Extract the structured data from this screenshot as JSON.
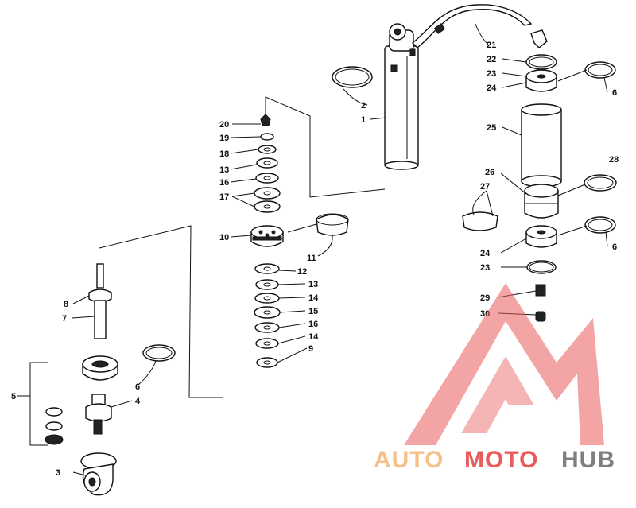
{
  "diagram": {
    "labels": [
      {
        "id": "l1",
        "text": "1"
      },
      {
        "id": "l2",
        "text": "2"
      },
      {
        "id": "l3",
        "text": "3"
      },
      {
        "id": "l4",
        "text": "4"
      },
      {
        "id": "l5",
        "text": "5"
      },
      {
        "id": "l6a",
        "text": "6"
      },
      {
        "id": "l6b",
        "text": "6"
      },
      {
        "id": "l6c",
        "text": "6"
      },
      {
        "id": "l7",
        "text": "7"
      },
      {
        "id": "l8",
        "text": "8"
      },
      {
        "id": "l9",
        "text": "9"
      },
      {
        "id": "l10",
        "text": "10"
      },
      {
        "id": "l11",
        "text": "11"
      },
      {
        "id": "l12",
        "text": "12"
      },
      {
        "id": "l13a",
        "text": "13"
      },
      {
        "id": "l13b",
        "text": "13"
      },
      {
        "id": "l14a",
        "text": "14"
      },
      {
        "id": "l14b",
        "text": "14"
      },
      {
        "id": "l15",
        "text": "15"
      },
      {
        "id": "l16a",
        "text": "16"
      },
      {
        "id": "l16b",
        "text": "16"
      },
      {
        "id": "l17",
        "text": "17"
      },
      {
        "id": "l18",
        "text": "18"
      },
      {
        "id": "l19",
        "text": "19"
      },
      {
        "id": "l20",
        "text": "20"
      },
      {
        "id": "l21",
        "text": "21"
      },
      {
        "id": "l22",
        "text": "22"
      },
      {
        "id": "l23a",
        "text": "23"
      },
      {
        "id": "l23b",
        "text": "23"
      },
      {
        "id": "l24a",
        "text": "24"
      },
      {
        "id": "l24b",
        "text": "24"
      },
      {
        "id": "l25",
        "text": "25"
      },
      {
        "id": "l26",
        "text": "26"
      },
      {
        "id": "l27",
        "text": "27"
      },
      {
        "id": "l28",
        "text": "28"
      },
      {
        "id": "l29",
        "text": "29"
      },
      {
        "id": "l30",
        "text": "30"
      }
    ]
  },
  "watermark": {
    "part1": "AUTO",
    "part2": "MOTO",
    "part3": "HUB",
    "color_light": "#f6c08a",
    "color_red": "#ea5b5b",
    "color_grey": "#7f7f7f"
  }
}
